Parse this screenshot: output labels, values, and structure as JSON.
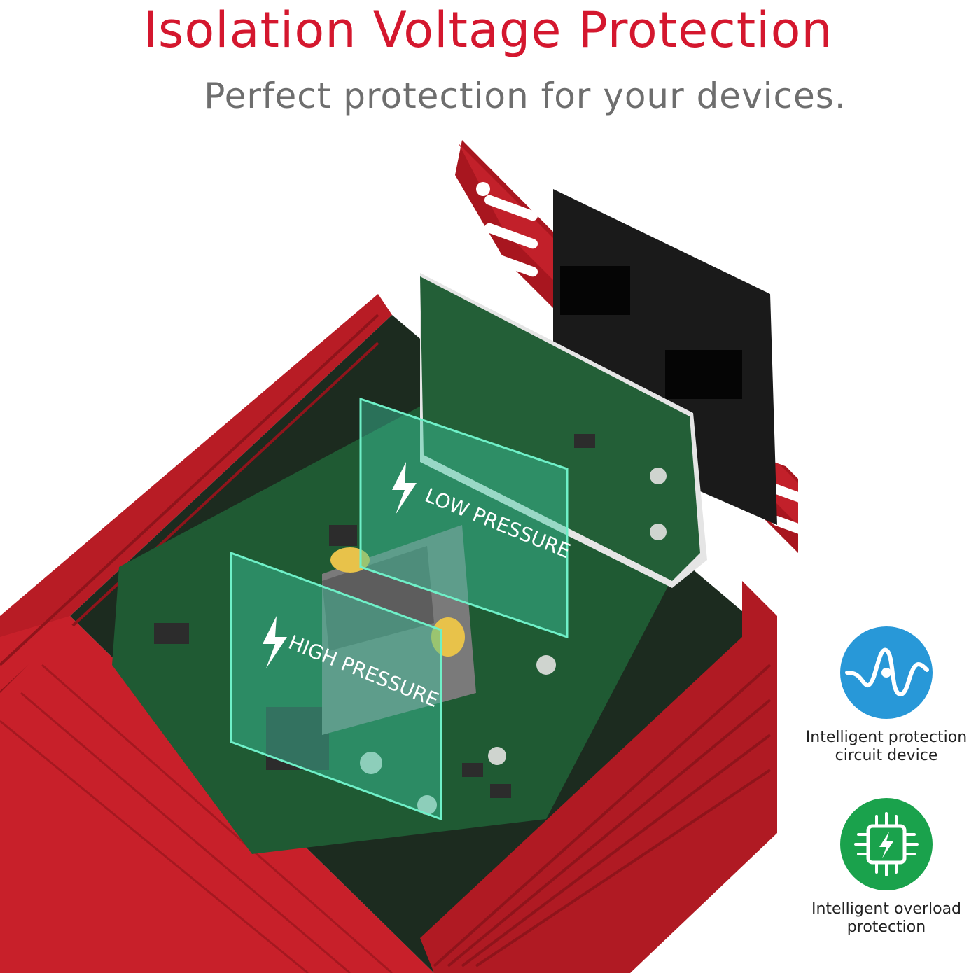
{
  "header": {
    "title": "Isolation Voltage Protection",
    "subtitle": "Perfect protection for your devices."
  },
  "product": {
    "board_labels": {
      "low": "LOW PRESSURE",
      "high": "HIGH PRESSURE"
    }
  },
  "features": [
    {
      "icon": "waveform-icon",
      "line1": "Intelligent protection",
      "line2": "circuit device",
      "color": "#2898d8"
    },
    {
      "icon": "chip-bolt-icon",
      "line1": "Intelligent overload",
      "line2": "protection",
      "color": "#1aa24c"
    }
  ],
  "colors": {
    "accent": "#d4172e",
    "subtitle": "#6e6e6e",
    "casing": "#c8202a",
    "pcb": "#1f5a33"
  }
}
